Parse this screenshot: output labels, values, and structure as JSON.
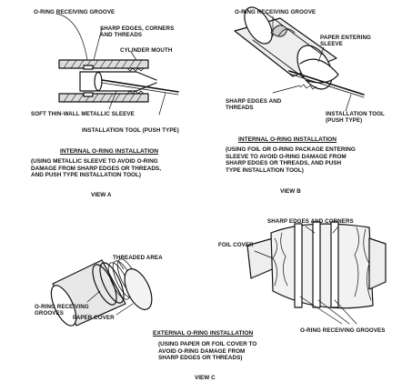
{
  "view_a": {
    "labels": {
      "groove": "O-RING RECEIVING GROOVE",
      "sharp": "SHARP EDGES, CORNERS\nAND THREADS",
      "mouth": "CYLINDER MOUTH",
      "sleeve": "SOFT THIN-WALL METALLIC SLEEVE",
      "tool": "INSTALLATION TOOL (PUSH TYPE)"
    },
    "title": "INTERNAL O-RING INSTALLATION",
    "caption": "(USING METALLIC SLEEVE TO AVOID O-RING\nDAMAGE FROM SHARP EDGES OR THREADS,\nAND PUSH TYPE INSTALLATION TOOL)",
    "view_label": "VIEW A"
  },
  "view_b": {
    "labels": {
      "groove": "O-RING RECEIVING GROOVE",
      "paper": "PAPER ENTERING\nSLEEVE",
      "sharp": "SHARP EDGES AND\nTHREADS",
      "tool": "INSTALLATION TOOL\n(PUSH TYPE)"
    },
    "title": "INTERNAL O-RING INSTALLATION",
    "caption": "(USING FOIL OR O-RING PACKAGE ENTERING\nSLEEVE TO AVOID O-RING DAMAGE FROM\nSHARP EDGES OR THREADS, AND PUSH\nTYPE INSTALLATION TOOL)",
    "view_label": "VIEW B"
  },
  "view_c": {
    "labels": {
      "threaded": "THREADED AREA",
      "groove_left": "O-RING RECEIVING\nGROOVES",
      "paper_cover": "PAPER COVER",
      "sharp": "SHARP EDGES AND CORNERS",
      "foil": "FOIL COVER",
      "groove_right": "O-RING RECEIVING GROOVES"
    },
    "title": "EXTERNAL O-RING INSTALLATION",
    "caption": "(USING PAPER OR FOIL COVER TO\nAVOID O-RING DAMAGE FROM\nSHARP EDGES OR THREADS)",
    "view_label": "VIEW C"
  }
}
